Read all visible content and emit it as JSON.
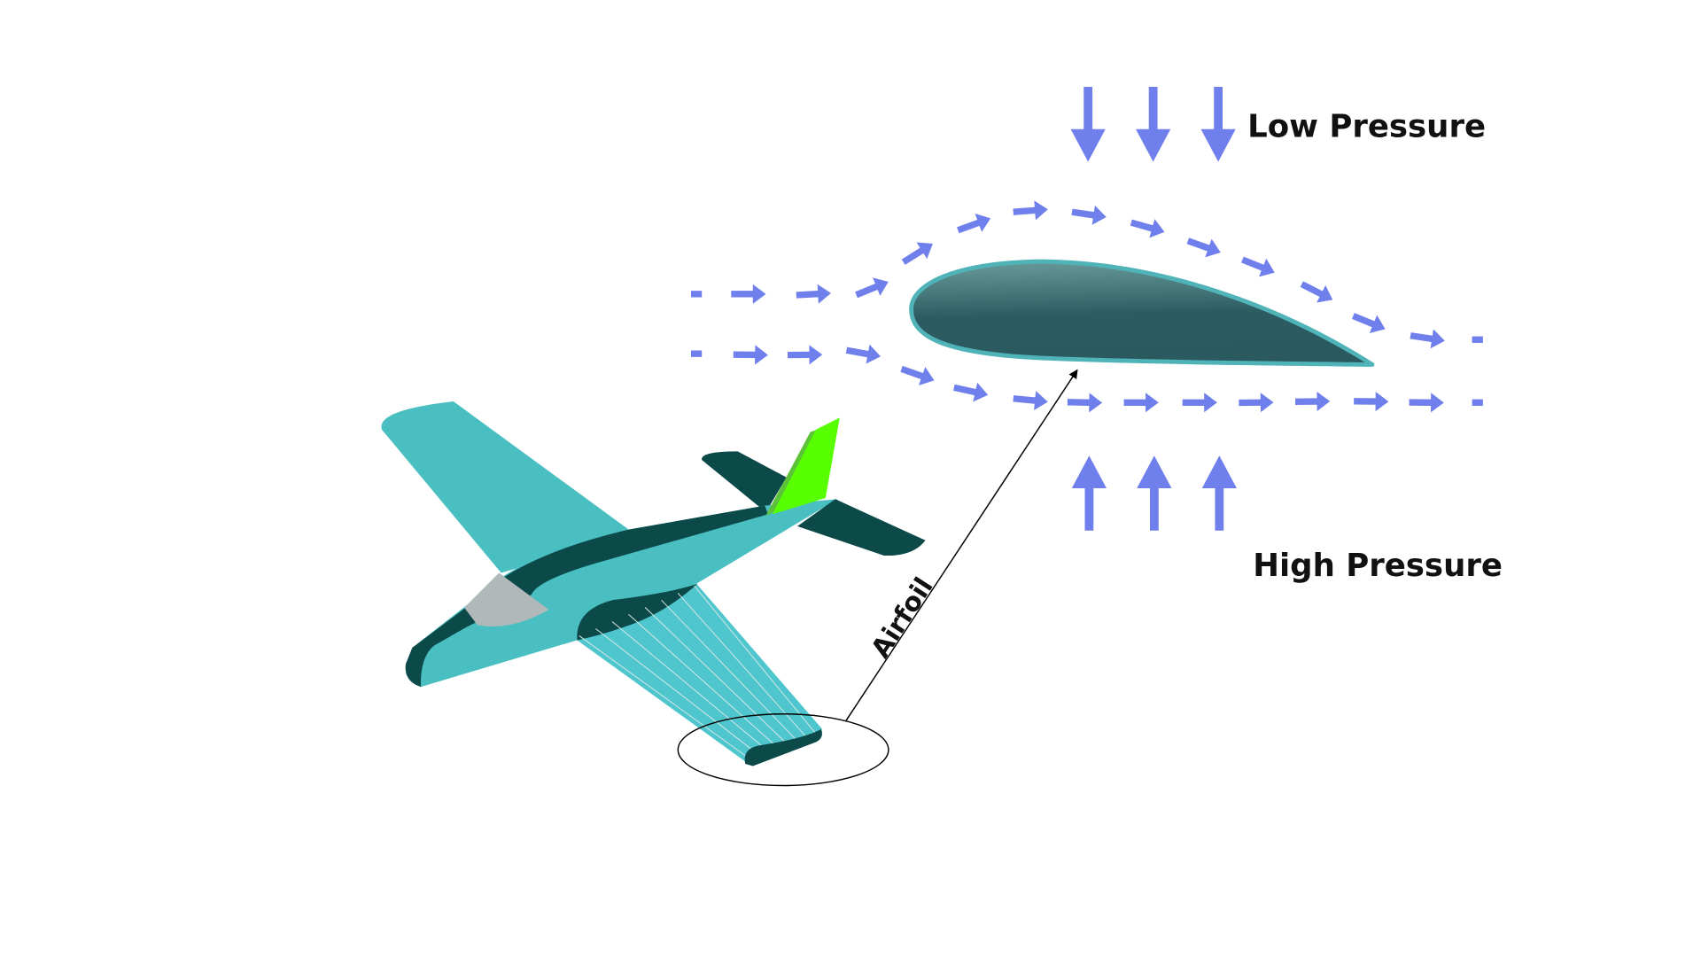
{
  "labels": {
    "low_pressure": "Low Pressure",
    "high_pressure": "High Pressure",
    "airfoil": "Airfoil"
  },
  "colors": {
    "flow_arrow": "#6f7fec",
    "plane_light": "#4abfc2",
    "plane_dark": "#0c4a4a",
    "tail_fin": "#57ff00",
    "cockpit": "#b0b8ba",
    "airfoil_outline": "#4fb3b8",
    "airfoil_fill_top": "#5f9797",
    "airfoil_fill_bottom": "#2a5b60"
  }
}
